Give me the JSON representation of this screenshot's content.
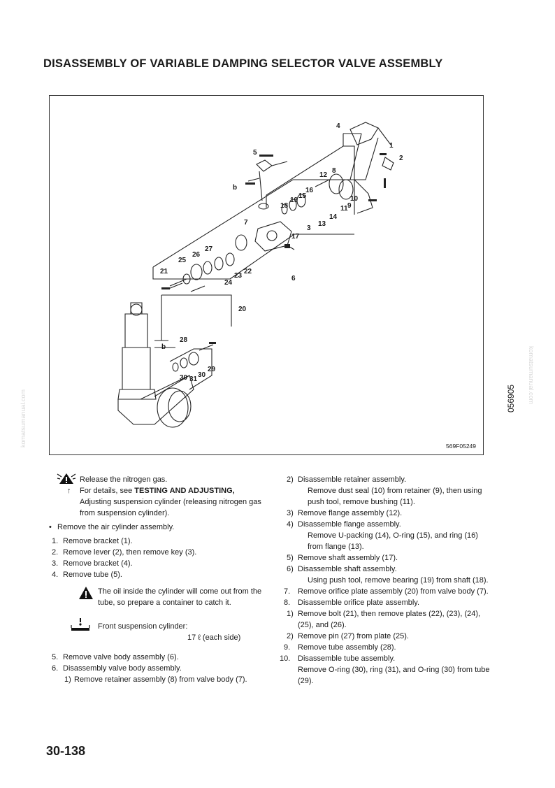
{
  "page": {
    "title": "DISASSEMBLY OF VARIABLE DAMPING SELECTOR VALVE ASSEMBLY",
    "figure_code": "569F05249",
    "side_code": "056905",
    "watermark": "komatsumanual.com",
    "page_number": "30-138"
  },
  "figure": {
    "labels": [
      "4",
      "1",
      "5",
      "2",
      "12",
      "8",
      "b",
      "16",
      "15",
      "19",
      "18",
      "11",
      "10",
      "9",
      "14",
      "13",
      "7",
      "3",
      "17",
      "27",
      "26",
      "25",
      "21",
      "22",
      "23",
      "24",
      "6",
      "20",
      "b",
      "28",
      "30",
      "31",
      "30",
      "29"
    ]
  },
  "left": {
    "release": "Release the nitrogen gas.",
    "details_prefix": "For details, see ",
    "details_bold": "TESTING AND ADJUSTING,",
    "details_rest": "Adjusting suspension cylinder (releasing nitrogen gas from suspension cylinder).",
    "bullet": "Remove the air cylinder assembly.",
    "steps": [
      {
        "n": "1.",
        "t": "Remove bracket (1)."
      },
      {
        "n": "2.",
        "t": "Remove lever (2), then remove key (3)."
      },
      {
        "n": "3.",
        "t": "Remove bracket (4)."
      },
      {
        "n": "4.",
        "t": "Remove tube (5)."
      }
    ],
    "caution": "The oil inside the cylinder will come out from the tube, so prepare a container to catch it.",
    "oil_label": "Front suspension cylinder:",
    "oil_value": "17 ℓ (each side)",
    "steps2": [
      {
        "n": "5.",
        "t": "Remove valve body assembly (6)."
      },
      {
        "n": "6.",
        "t": "Disassembly valve body assembly."
      }
    ],
    "sub1_n": "1)",
    "sub1_t": "Remove retainer assembly (8) from valve body (7)."
  },
  "right": {
    "items": [
      {
        "n": "2)",
        "t": "Disassemble retainer assembly.",
        "cls": "sub"
      },
      {
        "n": "",
        "t": "Remove dust seal (10) from retainer (9), then using push tool, remove bushing (11).",
        "cls": "subcont"
      },
      {
        "n": "3)",
        "t": "Remove flange assembly (12).",
        "cls": "sub"
      },
      {
        "n": "4)",
        "t": "Disassemble flange assembly.",
        "cls": "sub"
      },
      {
        "n": "",
        "t": "Remove U-packing (14), O-ring (15), and ring (16) from flange (13).",
        "cls": "subcont"
      },
      {
        "n": "5)",
        "t": "Remove shaft assembly (17).",
        "cls": "sub"
      },
      {
        "n": "6)",
        "t": "Disassemble shaft assembly.",
        "cls": "sub"
      },
      {
        "n": "",
        "t": "Using push tool, remove bearing (19) from shaft (18).",
        "cls": "subcont"
      },
      {
        "n": "7.",
        "t": "Remove orifice plate assembly (20) from valve body (7).",
        "cls": "main"
      },
      {
        "n": "8.",
        "t": "Disassemble orifice plate assembly.",
        "cls": "main"
      },
      {
        "n": "1)",
        "t": "Remove bolt (21), then remove plates (22), (23), (24), (25), and (26).",
        "cls": "sub"
      },
      {
        "n": "2)",
        "t": "Remove pin (27) from plate (25).",
        "cls": "sub"
      },
      {
        "n": "9.",
        "t": "Remove tube assembly (28).",
        "cls": "main"
      },
      {
        "n": "10.",
        "t": "Disassemble tube assembly.",
        "cls": "main"
      },
      {
        "n": "",
        "t": "Remove O-ring (30), ring (31), and O-ring (30) from tube (29).",
        "cls": "maincont"
      }
    ]
  }
}
